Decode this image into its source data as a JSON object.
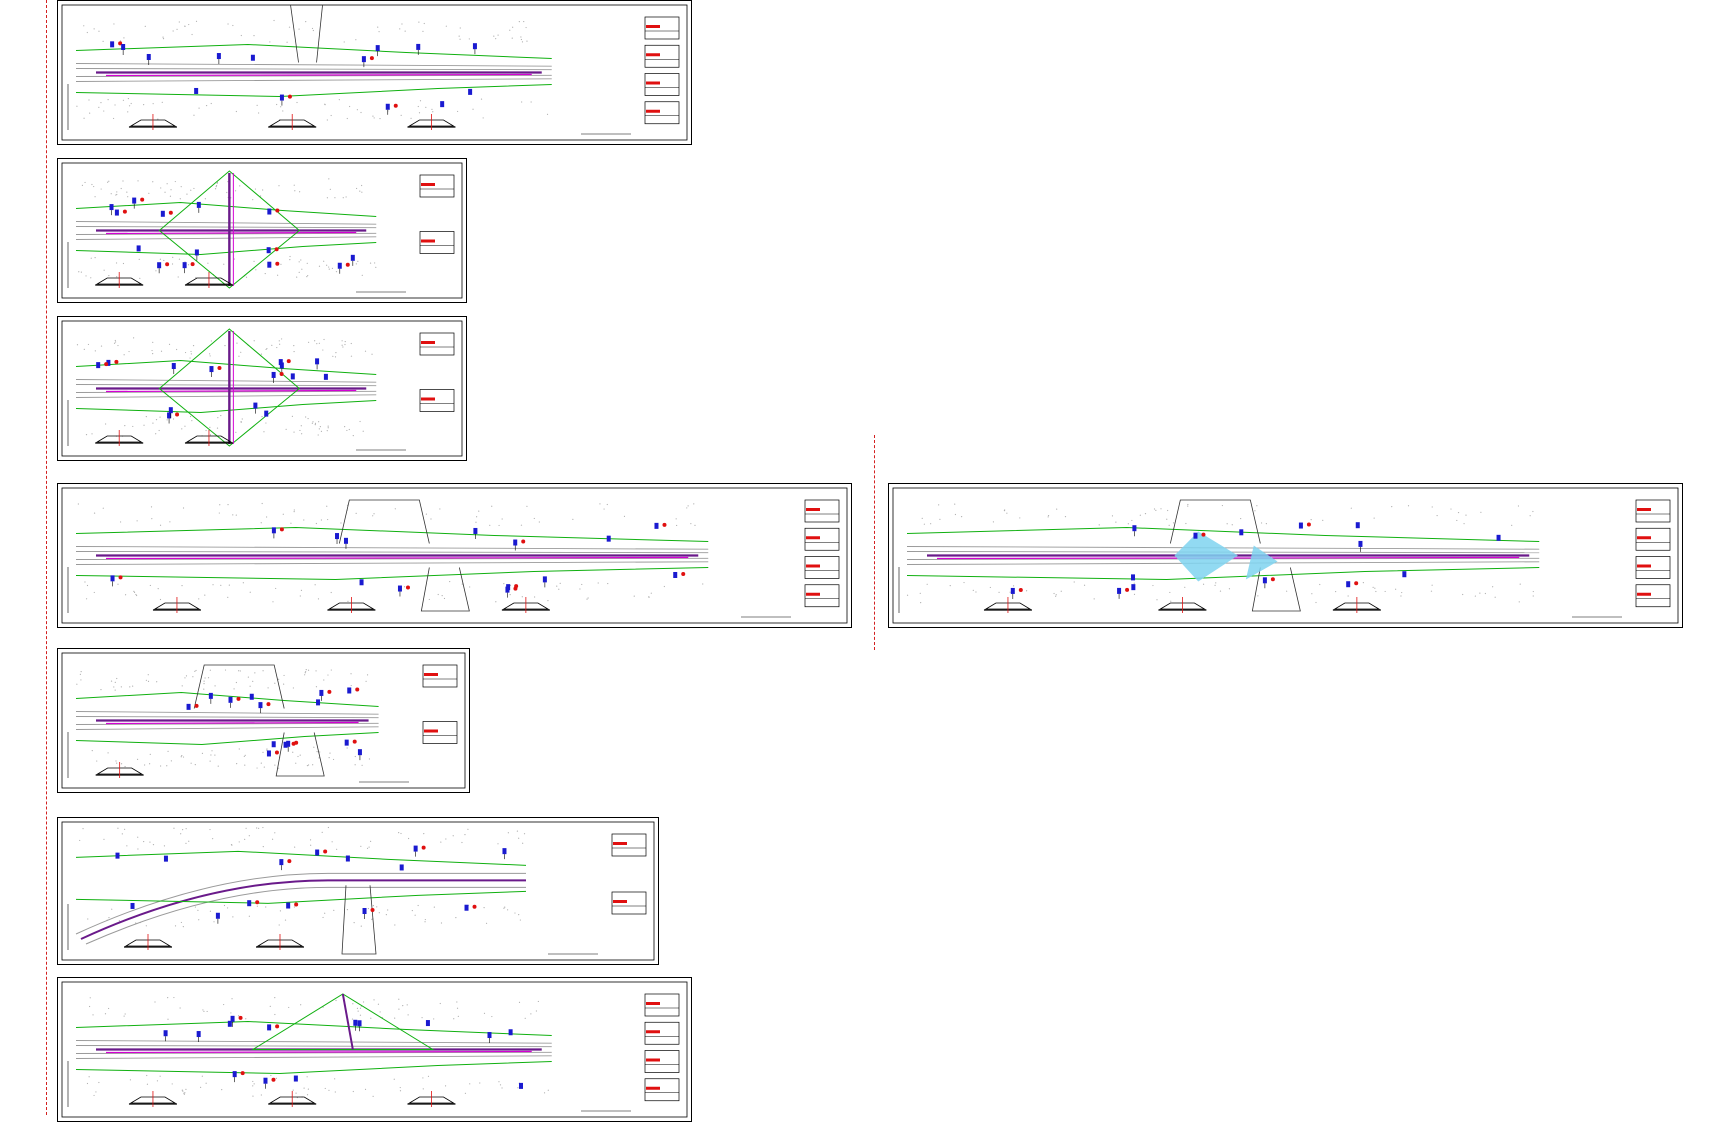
{
  "viewer": {
    "background": "#ffffff",
    "sheet_count": 8
  },
  "colors": {
    "road_edge": "#9a9a9a",
    "road_marking": "#6a1a8a",
    "magenta": "#d400d4",
    "green_line": "#10b010",
    "blue_sign": "#1a1ad0",
    "red_accent": "#e01010",
    "cyan_fill": "#7fd4f0",
    "hatch_dots": "#b0b0b0",
    "title_text": "#b000b0",
    "guide_line": "#d32020"
  },
  "sheets": [
    {
      "id": "sheet-1",
      "layout": "long-road",
      "has_cyan": false,
      "junction": "top-knot"
    },
    {
      "id": "sheet-2",
      "layout": "cross-junction",
      "has_cyan": false,
      "junction": "cross"
    },
    {
      "id": "sheet-3",
      "layout": "cross-junction",
      "has_cyan": false,
      "junction": "cross"
    },
    {
      "id": "sheet-4",
      "layout": "wide-road",
      "has_cyan": false,
      "junction": "side-lot"
    },
    {
      "id": "sheet-5",
      "layout": "wide-road",
      "has_cyan": true,
      "junction": "side-lot"
    },
    {
      "id": "sheet-6",
      "layout": "short-road",
      "has_cyan": false,
      "junction": "lot"
    },
    {
      "id": "sheet-7",
      "layout": "curved-road",
      "has_cyan": false,
      "junction": "fork"
    },
    {
      "id": "sheet-8",
      "layout": "long-road",
      "has_cyan": false,
      "junction": "triangle"
    }
  ]
}
